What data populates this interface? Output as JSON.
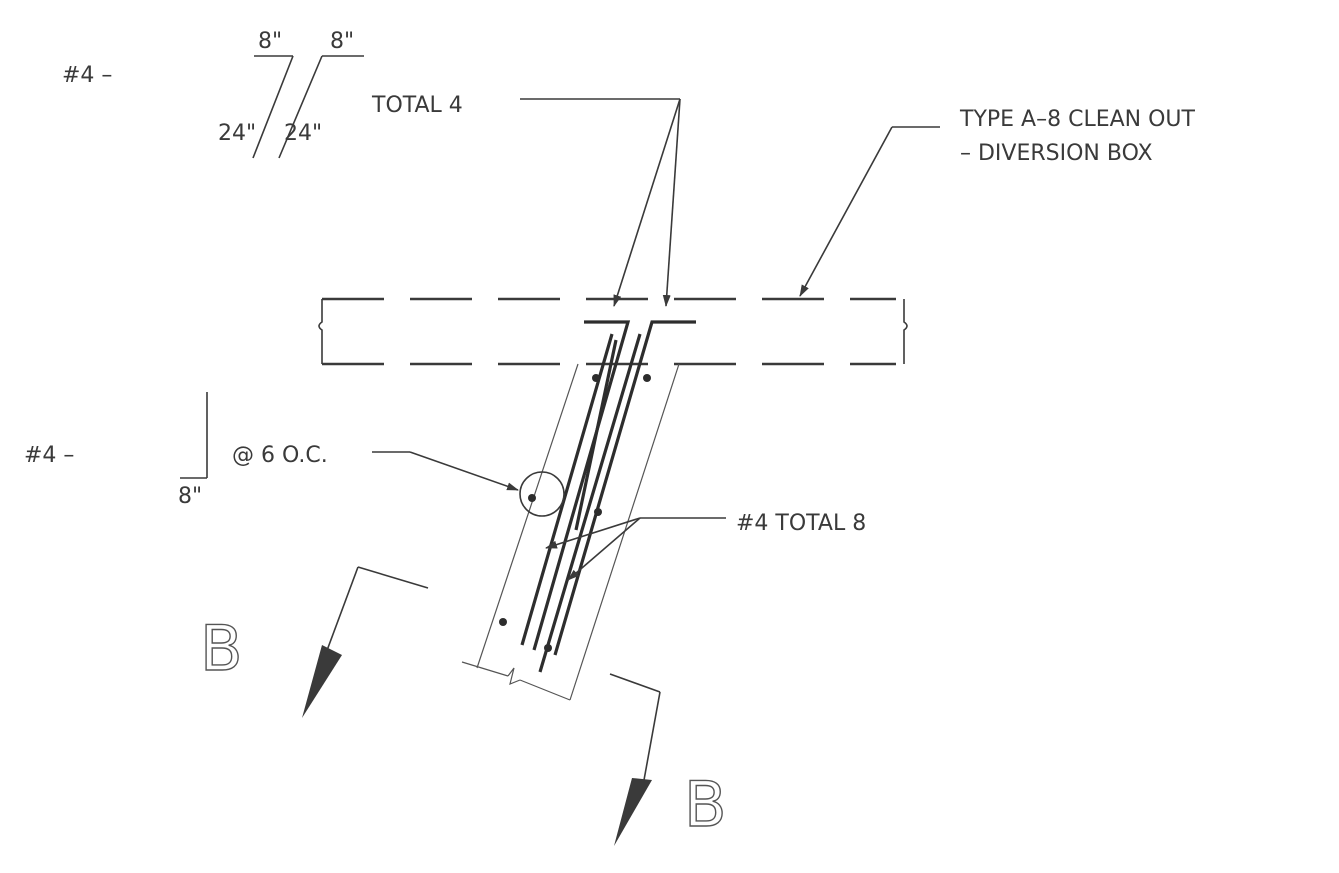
{
  "labels": {
    "bar4_top": "#4 –",
    "dim_8_left": "8\"",
    "dim_8_right": "8\"",
    "dim_24_left": "24\"",
    "dim_24_right": "24\"",
    "total_4": "TOTAL 4",
    "type_line1": "TYPE A–8 CLEAN OUT",
    "type_line2": "– DIVERSION BOX",
    "bar4_mid": "#4 –",
    "spacing": "@ 6 O.C.",
    "dim_8_bottom": "8\"",
    "total_8": "#4 TOTAL 8",
    "section_left": "B",
    "section_right": "B"
  }
}
